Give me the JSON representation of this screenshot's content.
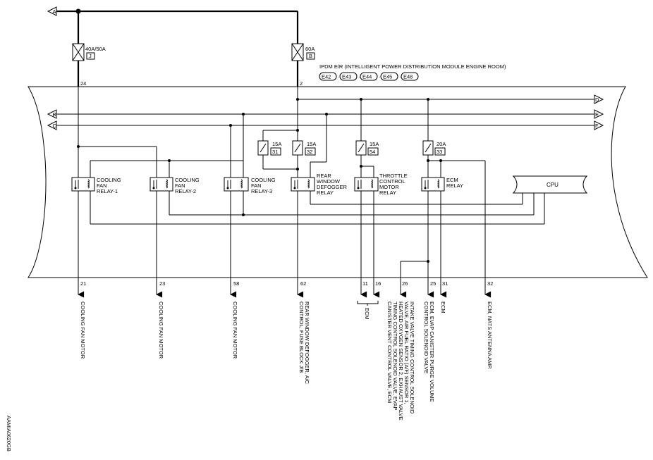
{
  "title": "IPDM E/R (INTELLIGENT POWER DISTRIBUTION MODULE ENGINE ROOM)",
  "connectors": [
    "E42",
    "E43",
    "E44",
    "E45",
    "E48"
  ],
  "offpage": {
    "a": "A",
    "b": "B",
    "c": "C",
    "d": "D",
    "e": "E",
    "f": "F"
  },
  "fusible": [
    {
      "rating": "40A/50A",
      "id": "J"
    },
    {
      "rating": "60A",
      "id": "B"
    }
  ],
  "fuses": [
    {
      "rating": "15A",
      "id": "31"
    },
    {
      "rating": "15A",
      "id": "32"
    },
    {
      "rating": "15A",
      "id": "54"
    },
    {
      "rating": "20A",
      "id": "33"
    }
  ],
  "pins_top": {
    "left": "24",
    "right": "2"
  },
  "relays": [
    {
      "l1": "COOLING",
      "l2": "FAN",
      "l3": "RELAY-1"
    },
    {
      "l1": "COOLING",
      "l2": "FAN",
      "l3": "RELAY-2"
    },
    {
      "l1": "COOLING",
      "l2": "FAN",
      "l3": "RELAY-3"
    },
    {
      "l1": "REAR",
      "l2": "WINDOW",
      "l3": "DEFOGGER",
      "l4": "RELAY"
    },
    {
      "l1": "THROTTLE",
      "l2": "CONTROL",
      "l3": "MOTOR",
      "l4": "RELAY"
    },
    {
      "l1": "ECM",
      "l2": "RELAY"
    }
  ],
  "cpu_label": "CPU",
  "pins_bottom": [
    "21",
    "23",
    "58",
    "62",
    "11",
    "16",
    "26",
    "25",
    "31",
    "32"
  ],
  "outputs": {
    "o21": "COOLING FAN MOTOR",
    "o23": "COOLING FAN MOTOR",
    "o58": "COOLING FAN MOTOR",
    "o62": [
      "REAR WINDOW DEFOGGER, A/C",
      "CONTROL, FUSE BLOCK J/B"
    ],
    "ecm_bracket": "ECM",
    "o26": [
      "INTAKE VALVE TIMING CONTROL SOLENOID",
      "VALVE, AIR FUEL RATIO (A/F) SENSOR 1,",
      "HEATED OXYGEN SENSOR 2, EXHAUST VALVE",
      "TIMING CONTROL SOLENOID VALVE, EVAP",
      "CANISTER VENT CONTROL VALVE, ECM"
    ],
    "o25": [
      "ECM, EVAP CANISTER PURGE VOLUME",
      "CONTROL SOLENOID VALVE"
    ],
    "o31": "ECM",
    "o32": "ECM, NATS ANTENNA AMP."
  },
  "code": "AAMIA0620GB"
}
